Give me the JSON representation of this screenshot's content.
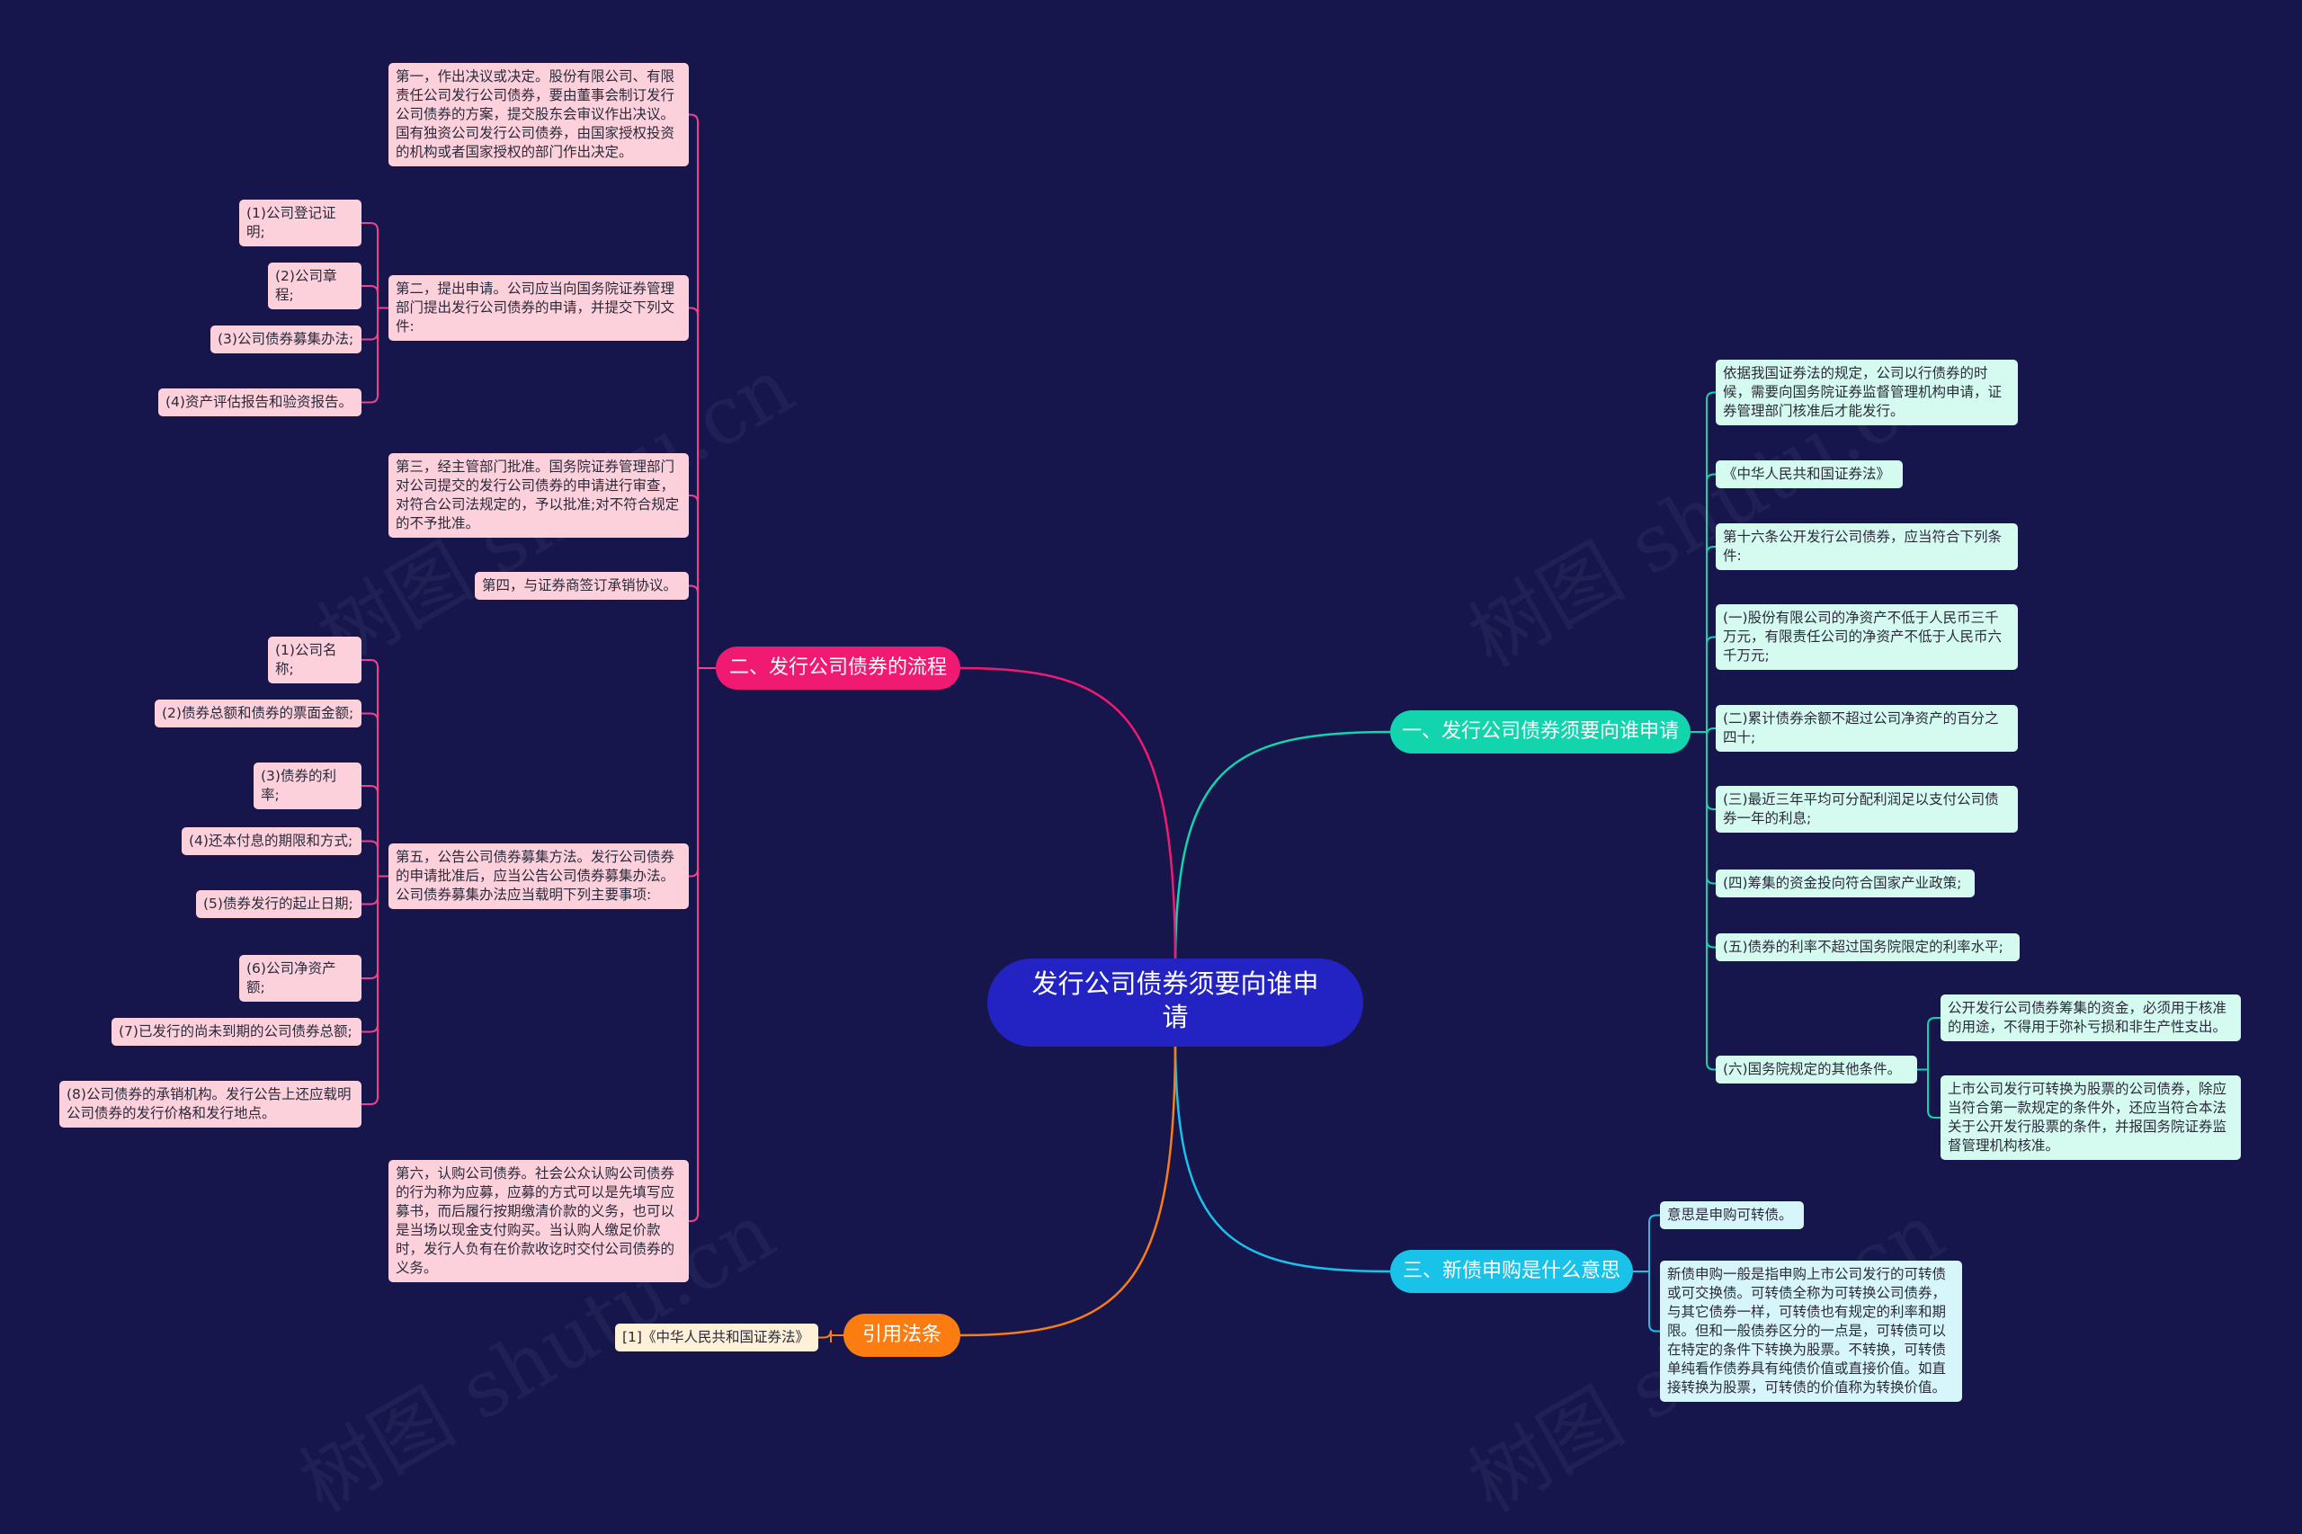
{
  "colors": {
    "background": "#16164d",
    "root": "#2323c4",
    "branch1": "#12d5ad",
    "branch2": "#f01a72",
    "branch3": "#19c2e8",
    "branch4": "#fb7d12"
  },
  "root": {
    "label": "发行公司债券须要向谁申请"
  },
  "watermark": "树图 shutu.cn",
  "branches": [
    {
      "id": "b1",
      "label": "一、发行公司债券须要向谁申请",
      "children": [
        "依据我国证券法的规定，公司以行债券的时候，需要向国务院证券监督管理机构申请，证券管理部门核准后才能发行。",
        "《中华人民共和国证券法》",
        "第十六条公开发行公司债券，应当符合下列条件:",
        "(一)股份有限公司的净资产不低于人民币三千万元，有限责任公司的净资产不低于人民币六千万元;",
        "(二)累计债券余额不超过公司净资产的百分之四十;",
        "(三)最近三年平均可分配利润足以支付公司债券一年的利息;",
        "(四)筹集的资金投向符合国家产业政策;",
        "(五)债券的利率不超过国务院限定的利率水平;",
        "(六)国务院规定的其他条件。"
      ],
      "sub": [
        "公开发行公司债券筹集的资金，必须用于核准的用途，不得用于弥补亏损和非生产性支出。",
        "上市公司发行可转换为股票的公司债券，除应当符合第一款规定的条件外，还应当符合本法关于公开发行股票的条件，并报国务院证券监督管理机构核准。"
      ]
    },
    {
      "id": "b2",
      "label": "二、发行公司债券的流程",
      "children": [
        "第一，作出决议或决定。股份有限公司、有限责任公司发行公司债券，要由董事会制订发行公司债券的方案，提交股东会审议作出决议。国有独资公司发行公司债券，由国家授权投资的机构或者国家授权的部门作出决定。",
        "第二，提出申请。公司应当向国务院证券管理部门提出发行公司债券的申请，并提交下列文件:",
        "第三，经主管部门批准。国务院证券管理部门对公司提交的发行公司债券的申请进行审查，对符合公司法规定的，予以批准;对不符合规定的不予批准。",
        "第四，与证券商签订承销协议。",
        "第五，公告公司债券募集方法。发行公司债券的申请批准后，应当公告公司债券募集办法。公司债券募集办法应当载明下列主要事项:",
        "第六，认购公司债券。社会公众认购公司债券的行为称为应募，应募的方式可以是先填写应募书，而后履行按期缴清价款的义务，也可以是当场以现金支付购买。当认购人缴足价款时，发行人负有在价款收讫时交付公司债券的义务。"
      ],
      "docs": [
        "(1)公司登记证明;",
        "(2)公司章程;",
        "(3)公司债券募集办法;",
        "(4)资产评估报告和验资报告。"
      ],
      "items": [
        "(1)公司名称;",
        "(2)债券总额和债券的票面金额;",
        "(3)债券的利率;",
        "(4)还本付息的期限和方式;",
        "(5)债券发行的起止日期;",
        "(6)公司净资产额;",
        "(7)已发行的尚未到期的公司债券总额;",
        "(8)公司债券的承销机构。发行公告上还应载明公司债券的发行价格和发行地点。"
      ]
    },
    {
      "id": "b3",
      "label": "三、新债申购是什么意思",
      "children": [
        "意思是申购可转债。",
        "新债申购一般是指申购上市公司发行的可转债或可交换债。可转债全称为可转换公司债券，与其它债券一样，可转债也有规定的利率和期限。但和一般债券区分的一点是，可转债可以在特定的条件下转换为股票。不转换，可转债单纯看作债券具有纯债价值或直接价值。如直接转换为股票，可转债的价值称为转换价值。"
      ]
    },
    {
      "id": "b4",
      "label": "引用法条",
      "children": [
        "[1]《中华人民共和国证券法》"
      ]
    }
  ]
}
